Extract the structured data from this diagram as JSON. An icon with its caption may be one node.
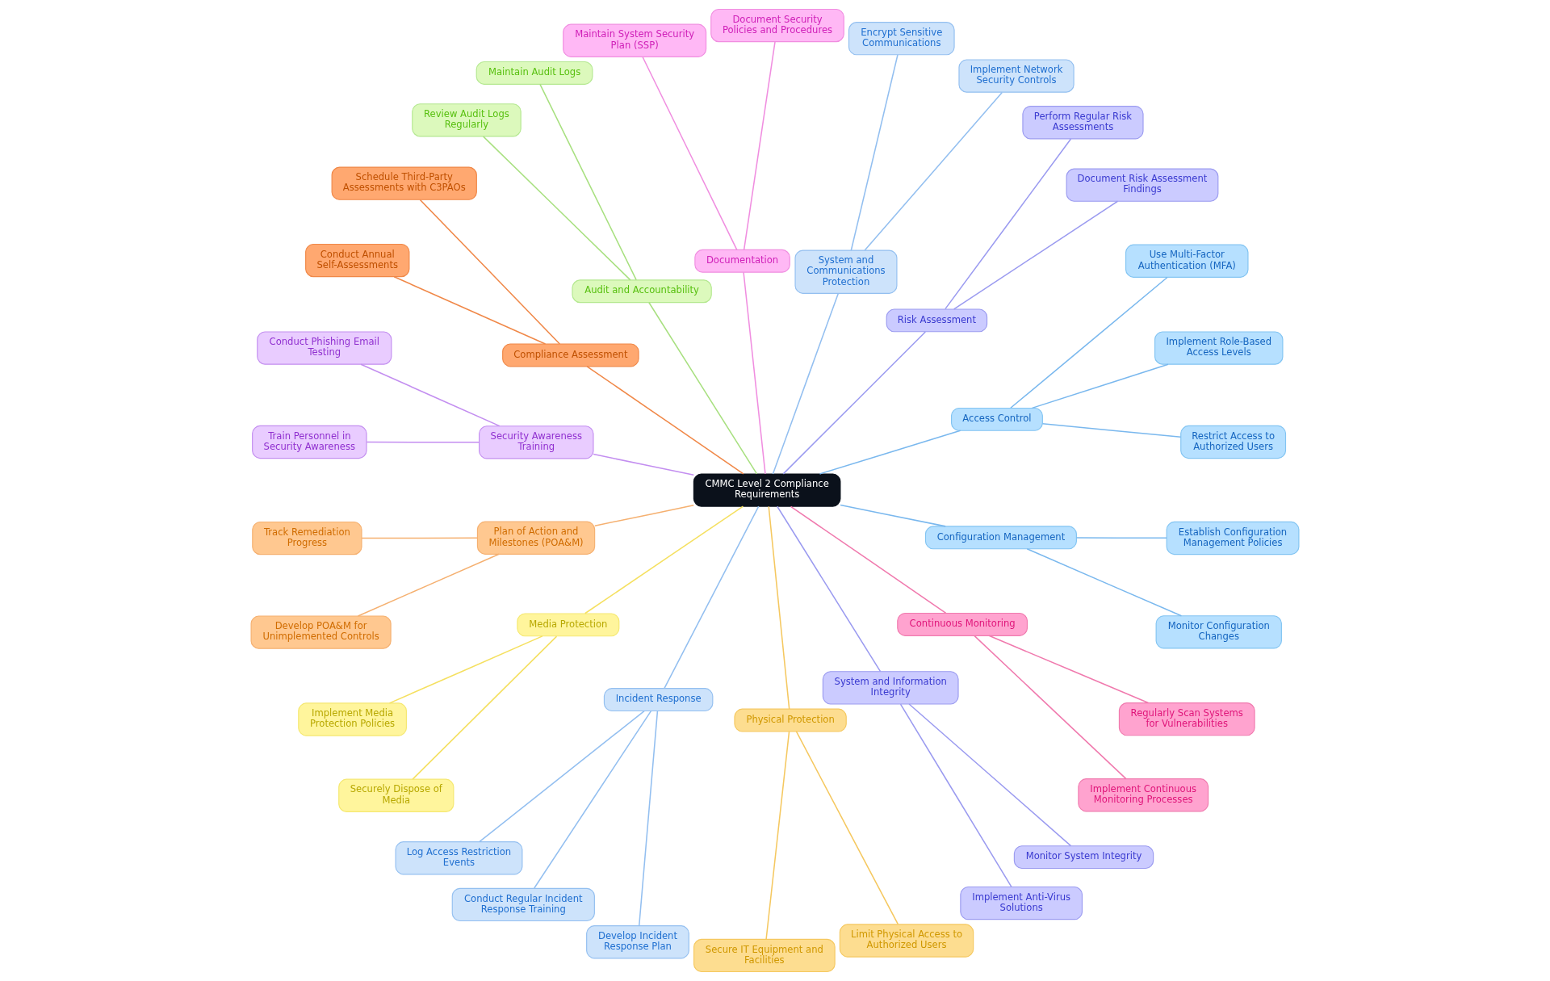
{
  "diagram": {
    "nodes": [
      {
        "text": [
          "CMMC Level 2 Compliance Requirements"
        ]
      },
      {
        "text": [
          "Access Control"
        ]
      },
      {
        "text": [
          "Restrict Access to Authorized Users"
        ]
      },
      {
        "text": [
          "Implement Role-Based Access Levels"
        ]
      },
      {
        "text": [
          "Use Multi-Factor Authentication (MFA)"
        ]
      },
      {
        "text": [
          "Risk Assessment"
        ]
      },
      {
        "text": [
          "Document Risk Assessment Findings"
        ]
      },
      {
        "text": [
          "Perform Regular Risk Assessments"
        ]
      },
      {
        "text": [
          "System and Communications Protection"
        ]
      },
      {
        "text": [
          "Implement Network Security Controls"
        ]
      },
      {
        "text": [
          "Encrypt Sensitive Communications"
        ]
      },
      {
        "text": [
          "Documentation"
        ]
      },
      {
        "text": [
          "Document Security Policies and Procedures"
        ]
      },
      {
        "text": [
          "Maintain System Security Plan (SSP)"
        ]
      },
      {
        "text": [
          "Audit and Accountability"
        ]
      },
      {
        "text": [
          "Maintain Audit Logs"
        ]
      },
      {
        "text": [
          "Review Audit Logs Regularly"
        ]
      },
      {
        "text": [
          "Compliance Assessment"
        ]
      },
      {
        "text": [
          "Schedule Third-Party Assessments with C3PAOs"
        ]
      },
      {
        "text": [
          "Conduct Annual Self-Assessments"
        ]
      },
      {
        "text": [
          "Security Awareness Training"
        ]
      },
      {
        "text": [
          "Conduct Phishing Email Testing"
        ]
      },
      {
        "text": [
          "Train Personnel in Security Awareness"
        ]
      },
      {
        "text": [
          "Plan of Action and Milestones (POA&M)"
        ]
      },
      {
        "text": [
          "Track Remediation Progress"
        ]
      },
      {
        "text": [
          "Develop POA&M for Unimplemented Controls"
        ]
      },
      {
        "text": [
          "Media Protection"
        ]
      },
      {
        "text": [
          "Implement Media Protection Policies"
        ]
      },
      {
        "text": [
          "Securely Dispose of Media"
        ]
      },
      {
        "text": [
          "Incident Response"
        ]
      },
      {
        "text": [
          "Log Access Restriction Events"
        ]
      },
      {
        "text": [
          "Conduct Regular Incident Response Training"
        ]
      },
      {
        "text": [
          "Develop Incident Response Plan"
        ]
      },
      {
        "text": [
          "Physical Protection"
        ]
      },
      {
        "text": [
          "Secure IT Equipment and Facilities"
        ]
      },
      {
        "text": [
          "Limit Physical Access to Authorized Users"
        ]
      },
      {
        "text": [
          "System and Information Integrity"
        ]
      },
      {
        "text": [
          "Implement Anti-Virus Solutions"
        ]
      },
      {
        "text": [
          "Monitor System Integrity"
        ]
      },
      {
        "text": [
          "Continuous Monitoring"
        ]
      },
      {
        "text": [
          "Implement Continuous Monitoring Processes"
        ]
      },
      {
        "text": [
          "Regularly Scan Systems for Vulnerabilities"
        ]
      },
      {
        "text": [
          "Configuration Management"
        ]
      },
      {
        "text": [
          "Monitor Configuration Changes"
        ]
      },
      {
        "text": [
          "Establish Configuration Management Policies"
        ]
      }
    ],
    "edges": [
      {
        "from": 0,
        "to": 1,
        "arrow": "none",
        "color": "#7ab8ee"
      },
      {
        "from": 1,
        "to": 2,
        "arrow": "none",
        "color": "#7ab8ee"
      },
      {
        "from": 1,
        "to": 3,
        "arrow": "none",
        "color": "#7ab8ee"
      },
      {
        "from": 1,
        "to": 4,
        "arrow": "none",
        "color": "#7ab8ee"
      },
      {
        "from": 0,
        "to": 5,
        "arrow": "none",
        "color": "#9b9bf0"
      },
      {
        "from": 5,
        "to": 6,
        "arrow": "none",
        "color": "#9b9bf0"
      },
      {
        "from": 5,
        "to": 7,
        "arrow": "none",
        "color": "#9b9bf0"
      },
      {
        "from": 0,
        "to": 8,
        "arrow": "none",
        "color": "#93bff0"
      },
      {
        "from": 8,
        "to": 9,
        "arrow": "none",
        "color": "#93bff0"
      },
      {
        "from": 8,
        "to": 10,
        "arrow": "none",
        "color": "#93bff0"
      },
      {
        "from": 0,
        "to": 11,
        "arrow": "none",
        "color": "#f08ee0"
      },
      {
        "from": 11,
        "to": 12,
        "arrow": "none",
        "color": "#f08ee0"
      },
      {
        "from": 11,
        "to": 13,
        "arrow": "none",
        "color": "#f08ee0"
      },
      {
        "from": 0,
        "to": 14,
        "arrow": "none",
        "color": "#a8e080"
      },
      {
        "from": 14,
        "to": 15,
        "arrow": "none",
        "color": "#a8e080"
      },
      {
        "from": 14,
        "to": 16,
        "arrow": "none",
        "color": "#a8e080"
      },
      {
        "from": 0,
        "to": 17,
        "arrow": "none",
        "color": "#f08848"
      },
      {
        "from": 17,
        "to": 18,
        "arrow": "none",
        "color": "#f08848"
      },
      {
        "from": 17,
        "to": 19,
        "arrow": "none",
        "color": "#f08848"
      },
      {
        "from": 0,
        "to": 20,
        "arrow": "none",
        "color": "#c38ef0"
      },
      {
        "from": 20,
        "to": 21,
        "arrow": "none",
        "color": "#c38ef0"
      },
      {
        "from": 20,
        "to": 22,
        "arrow": "none",
        "color": "#c38ef0"
      },
      {
        "from": 0,
        "to": 23,
        "arrow": "none",
        "color": "#f5b070"
      },
      {
        "from": 23,
        "to": 24,
        "arrow": "none",
        "color": "#f5b070"
      },
      {
        "from": 23,
        "to": 25,
        "arrow": "none",
        "color": "#f5b070"
      },
      {
        "from": 0,
        "to": 26,
        "arrow": "none",
        "color": "#f5e060"
      },
      {
        "from": 26,
        "to": 27,
        "arrow": "none",
        "color": "#f5e060"
      },
      {
        "from": 26,
        "to": 28,
        "arrow": "none",
        "color": "#f5e060"
      },
      {
        "from": 0,
        "to": 29,
        "arrow": "none",
        "color": "#93bff0"
      },
      {
        "from": 29,
        "to": 30,
        "arrow": "none",
        "color": "#93bff0"
      },
      {
        "from": 29,
        "to": 31,
        "arrow": "none",
        "color": "#93bff0"
      },
      {
        "from": 29,
        "to": 32,
        "arrow": "none",
        "color": "#93bff0"
      },
      {
        "from": 0,
        "to": 33,
        "arrow": "none",
        "color": "#f5c860"
      },
      {
        "from": 33,
        "to": 34,
        "arrow": "none",
        "color": "#f5c860"
      },
      {
        "from": 33,
        "to": 35,
        "arrow": "none",
        "color": "#f5c860"
      },
      {
        "from": 0,
        "to": 36,
        "arrow": "none",
        "color": "#9b9bf0"
      },
      {
        "from": 36,
        "to": 37,
        "arrow": "none",
        "color": "#9b9bf0"
      },
      {
        "from": 36,
        "to": 38,
        "arrow": "none",
        "color": "#9b9bf0"
      },
      {
        "from": 0,
        "to": 39,
        "arrow": "none",
        "color": "#f07aae"
      },
      {
        "from": 39,
        "to": 40,
        "arrow": "none",
        "color": "#f07aae"
      },
      {
        "from": 39,
        "to": 41,
        "arrow": "none",
        "color": "#f07aae"
      },
      {
        "from": 0,
        "to": 42,
        "arrow": "none",
        "color": "#7ab8ee"
      },
      {
        "from": 42,
        "to": 43,
        "arrow": "none",
        "color": "#7ab8ee"
      },
      {
        "from": 42,
        "to": 44,
        "arrow": "none",
        "color": "#7ab8ee"
      }
    ]
  }
}
